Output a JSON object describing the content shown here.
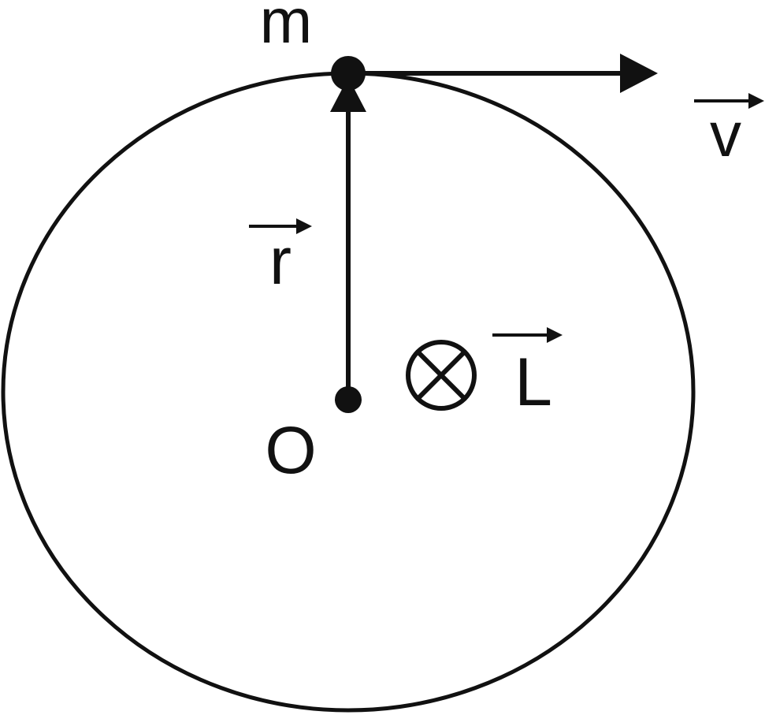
{
  "diagram": {
    "labels": {
      "mass": "m",
      "velocity": "v",
      "radius": "r",
      "origin": "O",
      "angular_momentum": "L"
    },
    "symbols": {
      "into_page": "circle-cross",
      "vector_marker": "overhead-arrow"
    },
    "colors": {
      "ink": "#111111",
      "background": "#ffffff"
    }
  }
}
